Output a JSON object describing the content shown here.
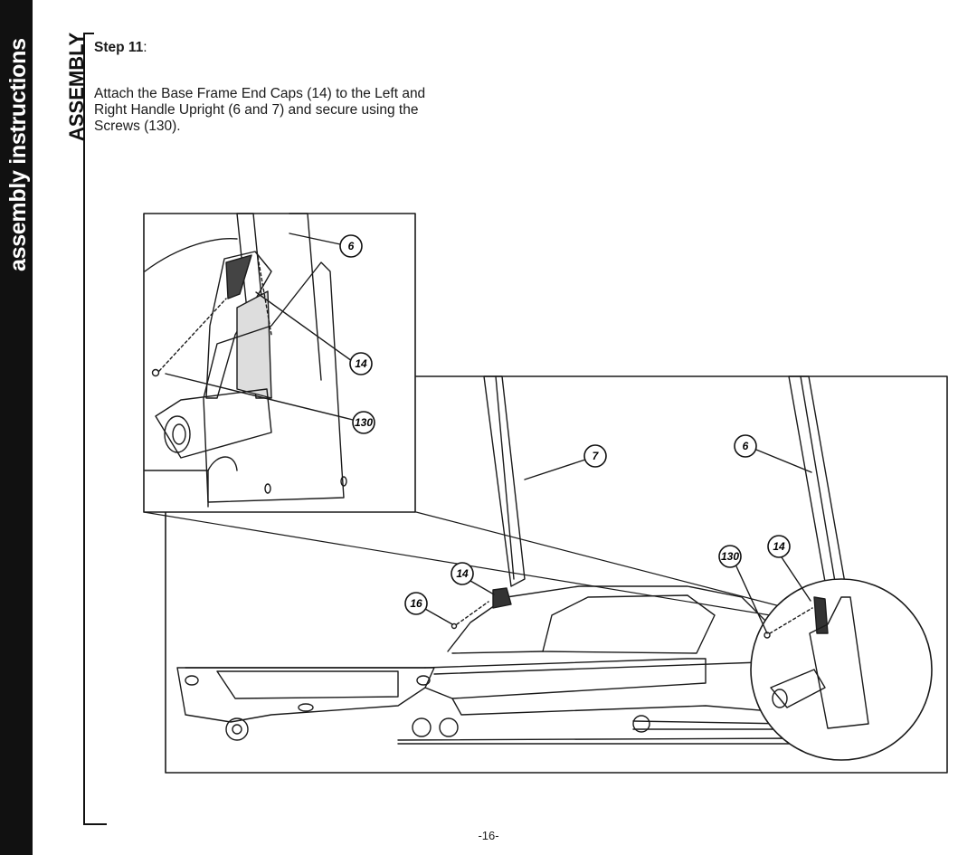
{
  "sidebar": {
    "tab_text": "assembly instructions"
  },
  "section_label": "ASSEMBLY",
  "step": {
    "heading": "Step 11",
    "heading_suffix": ":",
    "body": "Attach the Base Frame End Caps (14) to the Left and Right Handle Upright (6 and 7) and secure using the Screws (130)."
  },
  "callouts": {
    "inset_6": "6",
    "inset_14": "14",
    "inset_130": "130",
    "main_7": "7",
    "main_6": "6",
    "main_130": "130",
    "main_14_right": "14",
    "main_14_left": "14",
    "main_16": "16"
  },
  "page_number": "-16-",
  "colors": {
    "tab_background": "#111111",
    "line_art": "#1a1a1a"
  }
}
